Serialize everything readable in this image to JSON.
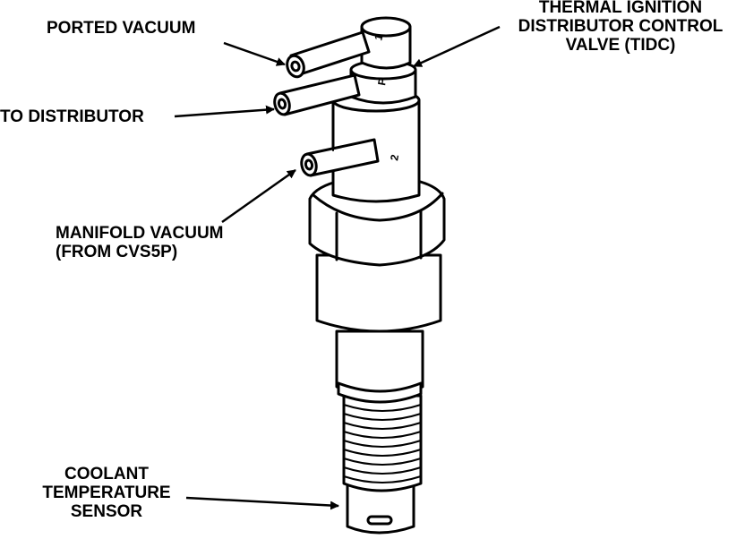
{
  "labels": {
    "ported_vacuum": "PORTED VACUUM",
    "tidc_line1": "THERMAL IGNITION",
    "tidc_line2": "DISTRIBUTOR CONTROL",
    "tidc_line3": "VALVE (TIDC)",
    "to_distributor": "TO DISTRIBUTOR",
    "manifold_line1": "MANIFOLD VACUUM",
    "manifold_line2": "(FROM CVS5P)",
    "coolant_line1": "COOLANT",
    "coolant_line2": "TEMPERATURE",
    "coolant_line3": "SENSOR"
  },
  "port_marks": {
    "port1": "1",
    "portP": "P",
    "port2": "2"
  },
  "colors": {
    "ink": "#000000",
    "paper": "#ffffff"
  }
}
